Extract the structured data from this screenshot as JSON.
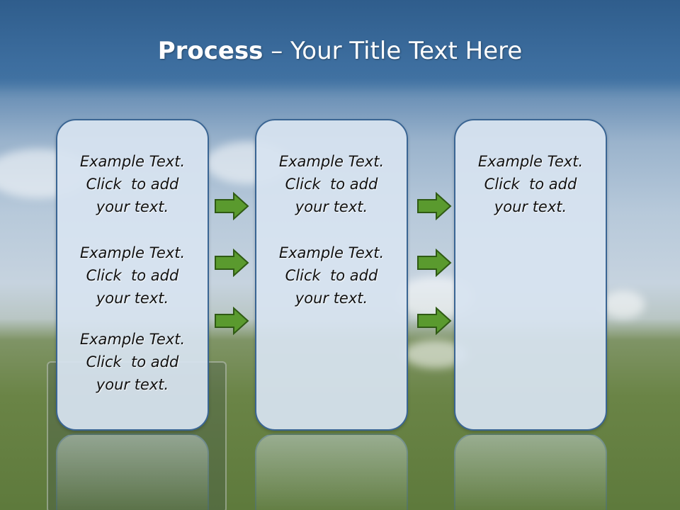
{
  "slide": {
    "title_bold": "Process",
    "title_rest": "– Your Title Text Here"
  },
  "panels": [
    {
      "blocks": [
        [
          "Example Text.",
          "Click  to add",
          "your text."
        ],
        [
          "Example Text.",
          "Click  to add",
          "your text."
        ],
        [
          "Example Text.",
          "Click  to add",
          "your text."
        ]
      ]
    },
    {
      "blocks": [
        [
          "Example Text.",
          "Click  to add",
          "your text."
        ],
        [
          "Example Text.",
          "Click  to add",
          "your text."
        ]
      ]
    },
    {
      "blocks": [
        [
          "Example Text.",
          "Click  to add",
          "your text."
        ]
      ]
    }
  ],
  "icons": {
    "arrow": "right-arrow-icon"
  },
  "colors": {
    "arrow_fill": "#5a9a2e",
    "arrow_stroke": "#2f5a14",
    "panel_border": "#3a6593"
  }
}
